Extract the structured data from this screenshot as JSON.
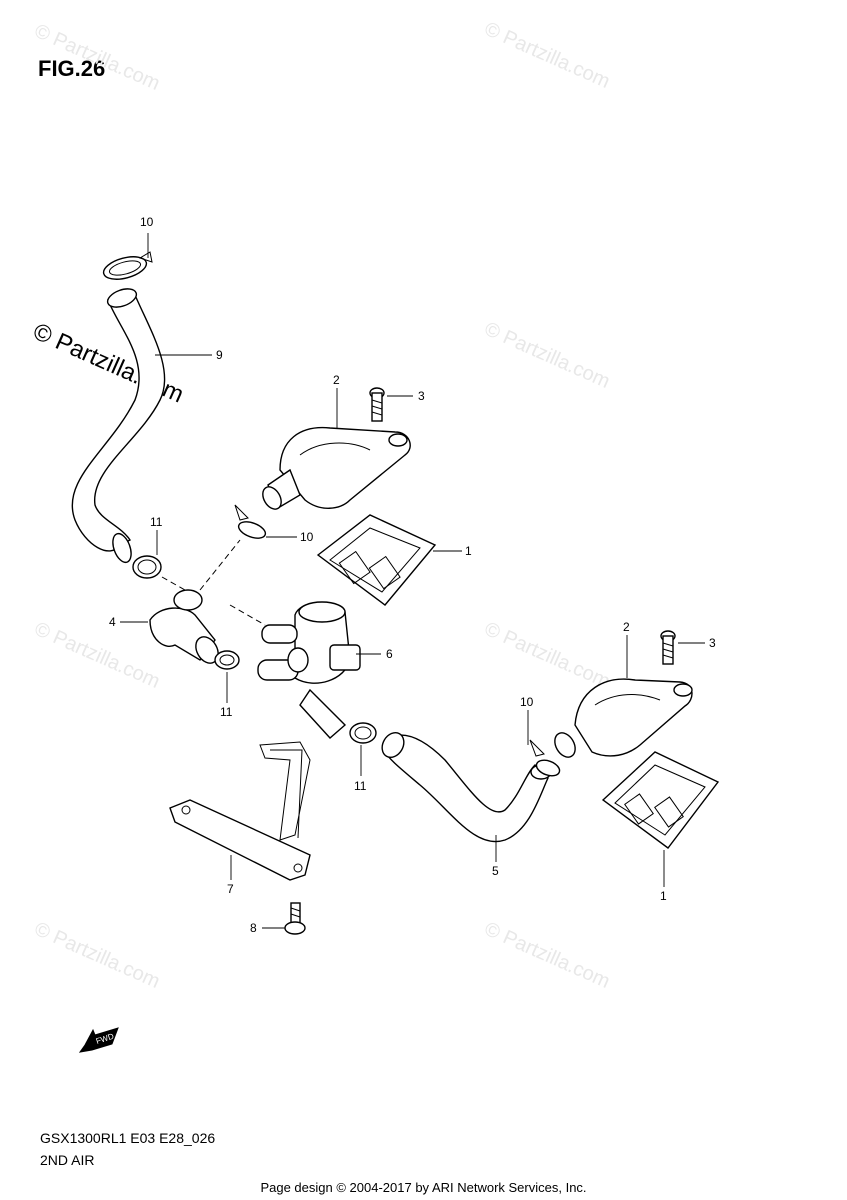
{
  "figure_title": "FIG.26",
  "watermarks": {
    "light": "© Partzilla.com",
    "dark": "© Partzilla.com"
  },
  "callouts": [
    {
      "id": "c10a",
      "label": "10"
    },
    {
      "id": "c9",
      "label": "9"
    },
    {
      "id": "c2a",
      "label": "2"
    },
    {
      "id": "c3a",
      "label": "3"
    },
    {
      "id": "c10b",
      "label": "10"
    },
    {
      "id": "c1a",
      "label": "1"
    },
    {
      "id": "c11a",
      "label": "11"
    },
    {
      "id": "c4",
      "label": "4"
    },
    {
      "id": "c6",
      "label": "6"
    },
    {
      "id": "c11b",
      "label": "11"
    },
    {
      "id": "c11c",
      "label": "11"
    },
    {
      "id": "c2b",
      "label": "2"
    },
    {
      "id": "c3b",
      "label": "3"
    },
    {
      "id": "c10c",
      "label": "10"
    },
    {
      "id": "c7",
      "label": "7"
    },
    {
      "id": "c5",
      "label": "5"
    },
    {
      "id": "c1b",
      "label": "1"
    },
    {
      "id": "c8",
      "label": "8"
    }
  ],
  "fwd_label": "FWD",
  "diagram_code": "GSX1300RL1 E03 E28_026",
  "caption": "2ND AIR",
  "footer": "Page design © 2004-2017 by ARI Network Services, Inc."
}
